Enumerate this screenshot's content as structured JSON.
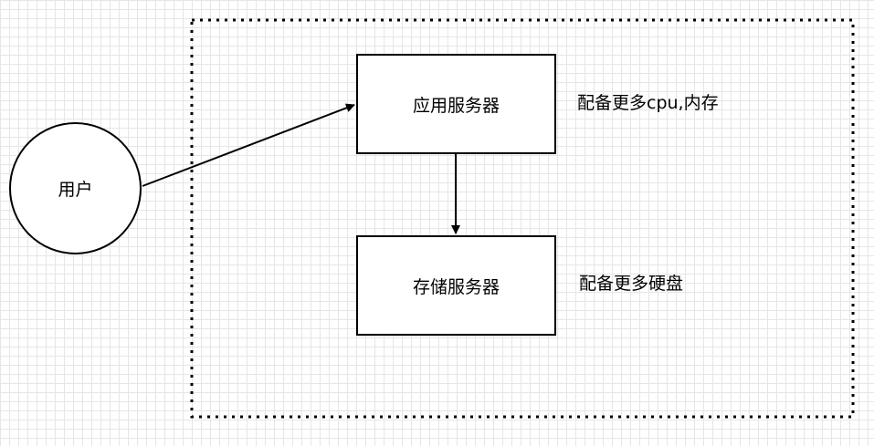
{
  "diagram": {
    "nodes": {
      "user": {
        "label": "用户"
      },
      "app_server": {
        "label": "应用服务器"
      },
      "storage_server": {
        "label": "存储服务器"
      }
    },
    "notes": {
      "app_server_note": "配备更多cpu,内存",
      "storage_server_note": "配备更多硬盘"
    },
    "edges": [
      {
        "from": "user",
        "to": "app_server"
      },
      {
        "from": "app_server",
        "to": "storage_server"
      }
    ]
  }
}
